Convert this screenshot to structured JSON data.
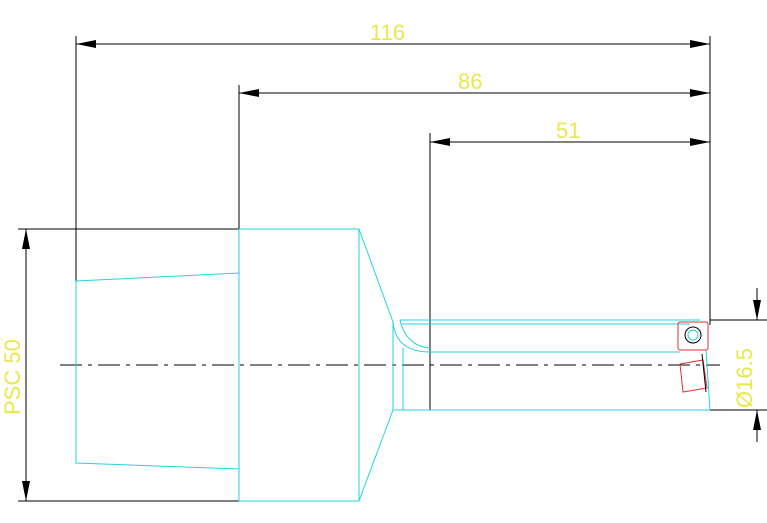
{
  "dimensions": {
    "overall_length": "116",
    "shank_length": "86",
    "bar_length": "51",
    "coupling": "PSC 50",
    "bar_diameter": "Ø16.5"
  },
  "colors": {
    "outline": "#22d3e0",
    "dimension_text": "#e8e84a",
    "insert": "#e03030",
    "dimension_lines": "#000000"
  }
}
